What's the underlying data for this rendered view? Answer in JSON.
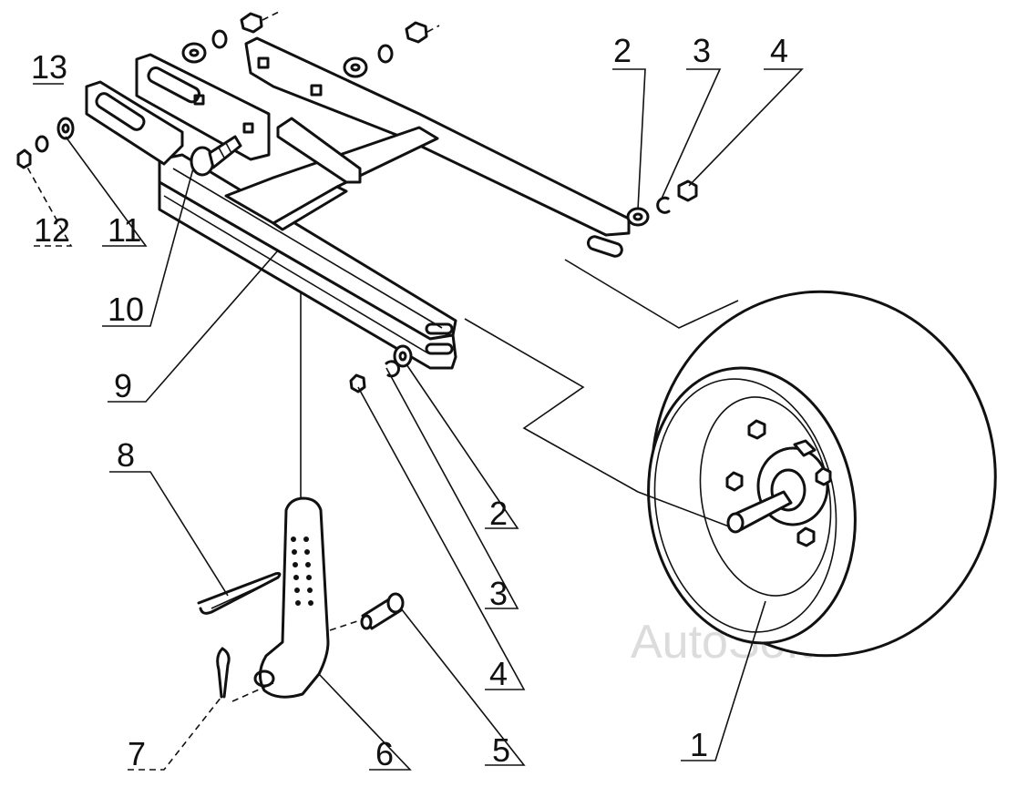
{
  "diagram": {
    "callouts": [
      "1",
      "2",
      "3",
      "4",
      "5",
      "6",
      "7",
      "8",
      "9",
      "10",
      "11",
      "12",
      "13",
      "2",
      "3",
      "4"
    ],
    "watermark": "AutoSoft",
    "colors": {
      "ink": "#111111",
      "paper": "#ffffff",
      "watermark": "#dcdcdc"
    }
  }
}
